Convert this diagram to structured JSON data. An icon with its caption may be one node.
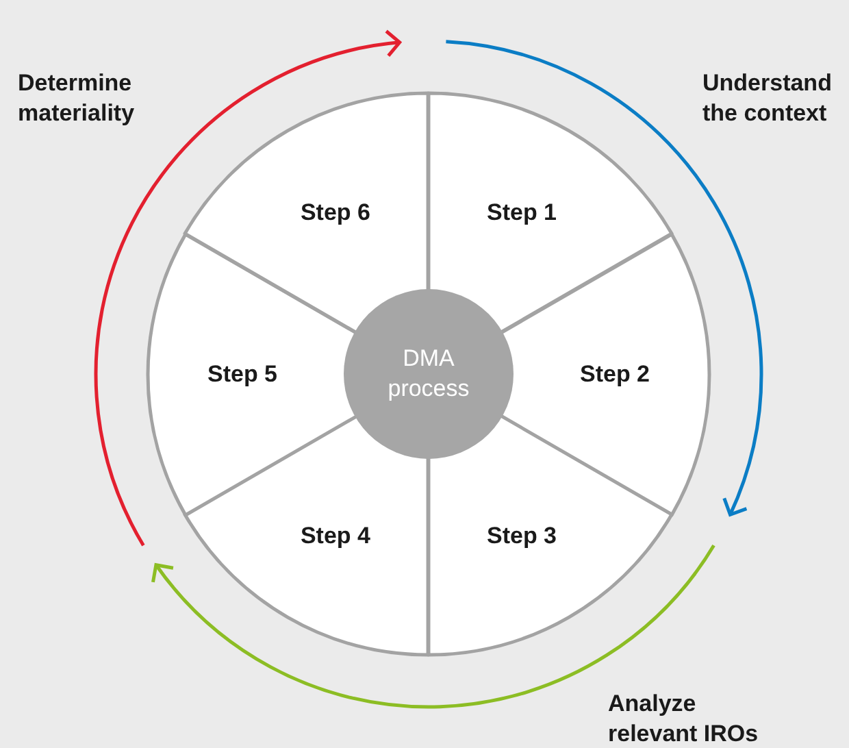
{
  "diagram": {
    "nodes": [
      {
        "text": [
          "Step 1"
        ]
      },
      {
        "text": [
          "Step 2"
        ]
      },
      {
        "text": [
          "Step 3"
        ]
      },
      {
        "text": [
          "Step 4"
        ]
      },
      {
        "text": [
          "Step 5"
        ]
      },
      {
        "text": [
          "Step 6"
        ]
      },
      {
        "text": [
          "DMA process"
        ]
      }
    ],
    "labels": [
      "Determine materiality",
      "Understand the context",
      "Analyze relevant IROs"
    ]
  }
}
